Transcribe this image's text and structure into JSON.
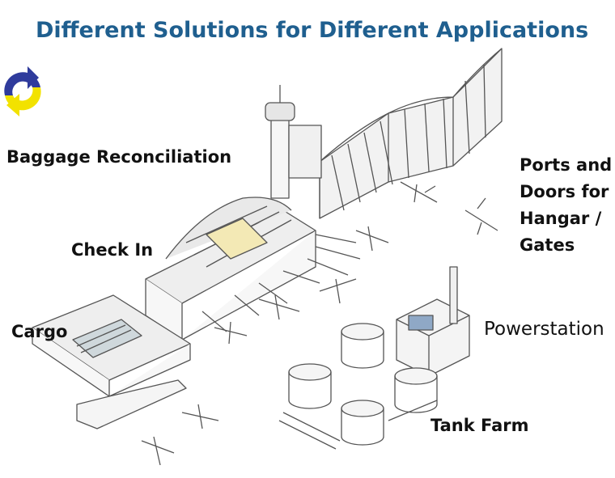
{
  "title": "Different Solutions for Different Applications",
  "labels": {
    "baggage": "Baggage Reconciliation",
    "check_in": "Check In",
    "cargo": "Cargo",
    "ports_lines": [
      "Ports and",
      "Doors for",
      "Hangar /",
      "Gates"
    ],
    "powerstation": "Powerstation",
    "tank_farm": "Tank Farm"
  },
  "colors": {
    "title": "#1f5f8f",
    "cycle_yellow": "#f2e200",
    "cycle_blue": "#2f3b9c",
    "sketch": "#555555"
  },
  "icons": {
    "cycle": "cycle-arrows-icon"
  }
}
